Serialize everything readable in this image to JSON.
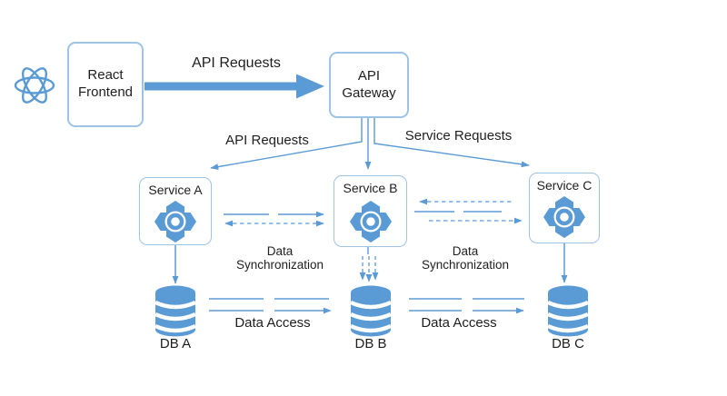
{
  "nodes": {
    "react_frontend": {
      "label": "React Frontend"
    },
    "api_gateway": {
      "label": "API Gateway"
    },
    "service_a": {
      "label": "Service A"
    },
    "service_b": {
      "label": "Service B"
    },
    "service_c": {
      "label": "Service C"
    },
    "db_a": {
      "label": "DB A"
    },
    "db_b": {
      "label": "DB B"
    },
    "db_c": {
      "label": "DB C"
    }
  },
  "edges": {
    "frontend_to_gateway": {
      "label": "API Requests"
    },
    "gateway_to_services": {
      "label": "API Requests"
    },
    "gateway_to_service_c": {
      "label": "Service Requests"
    },
    "sync_a_b": {
      "label": "Data Synchronization"
    },
    "sync_b_c": {
      "label": "Data Synchronization"
    },
    "access_a_b": {
      "label": "Data Access"
    },
    "access_b_c": {
      "label": "Data Access"
    }
  },
  "icons": {
    "react_logo": "react-atom-logo",
    "service": "service-cluster-icon",
    "database": "database-cylinder-icon"
  },
  "colors": {
    "primary_blue": "#5b9bd5",
    "box_border": "#9dc3e6",
    "text": "#1f1f1f",
    "background": "#ffffff"
  }
}
